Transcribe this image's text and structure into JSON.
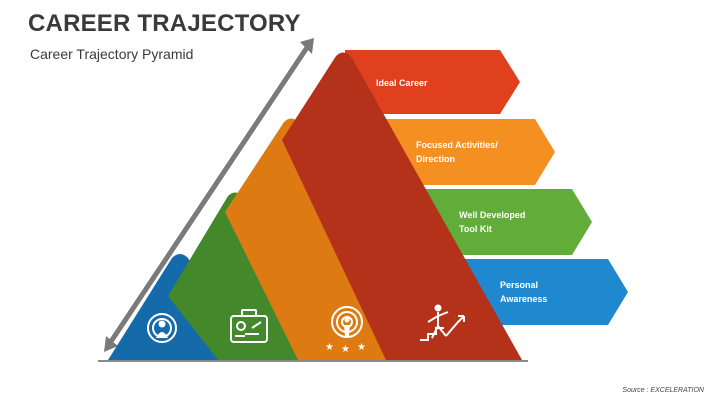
{
  "header": {
    "title": "CAREER TRAJECTORY",
    "subtitle": "Career Trajectory Pyramid"
  },
  "levels": [
    {
      "lines": [
        "Ideal Career"
      ],
      "color": "#e0401d",
      "icon": "climbing-person-icon"
    },
    {
      "lines": [
        "Focused Activities/",
        "Direction"
      ],
      "color": "#f49022",
      "icon": "target-person-icon"
    },
    {
      "lines": [
        "Well Developed",
        "Tool Kit"
      ],
      "color": "#62ad3a",
      "icon": "toolkit-icon"
    },
    {
      "lines": [
        "Personal",
        "Awareness"
      ],
      "color": "#1f88cf",
      "icon": "awareness-person-icon"
    }
  ],
  "colors": {
    "red_band": "#b5321a",
    "orange_band": "#de7a12",
    "green_band": "#43882b",
    "blue_band": "#156aa9",
    "arrow": "#7a7a7a"
  },
  "footer": {
    "source": "Source : EXCELERATION"
  }
}
